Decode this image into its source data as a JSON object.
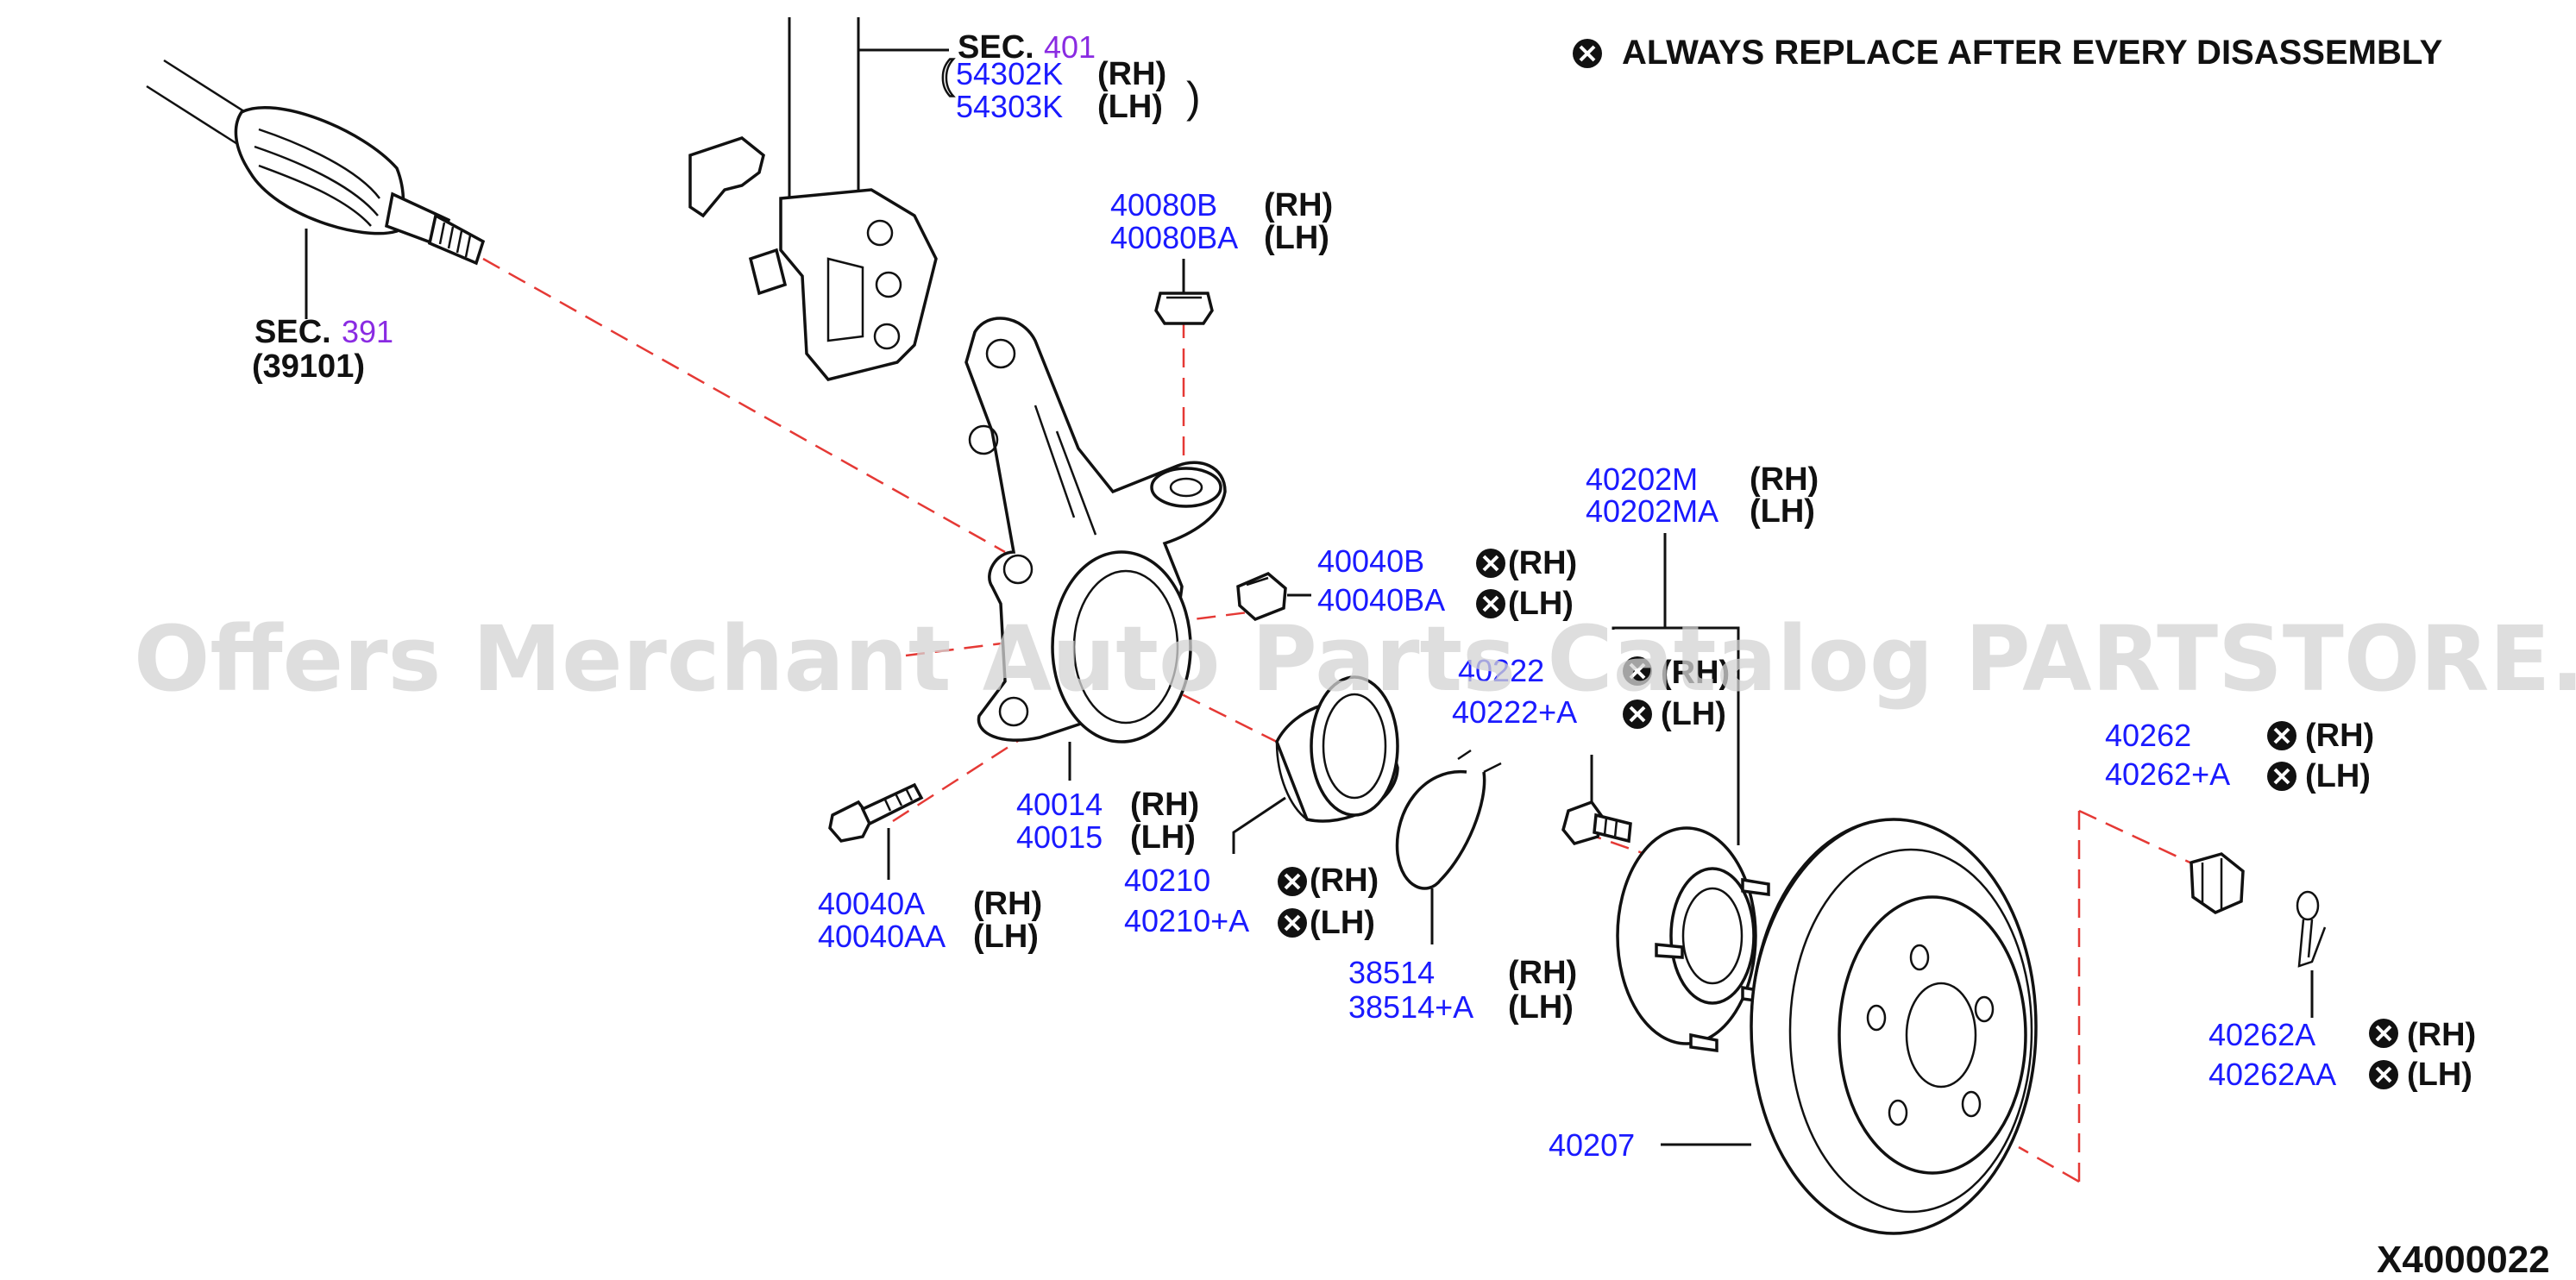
{
  "notice": {
    "text": "ALWAYS REPLACE AFTER EVERY DISASSEMBLY",
    "icon": "x-circle-icon"
  },
  "watermark": "Offers Merchant Auto Parts Catalog PARTSTORE.SA",
  "diagram_code": "X4000022",
  "sections": {
    "strut": {
      "prefix": "SEC.",
      "num": "401"
    },
    "driveshaft": {
      "prefix": "SEC.",
      "num": "391",
      "part": "(39101)"
    }
  },
  "labels": {
    "p54302k": "54302K",
    "p54303k": "54303K",
    "p40080b": "40080B",
    "p40080ba": "40080BA",
    "p40202m": "40202M",
    "p40202ma": "40202MA",
    "p40040b": "40040B",
    "p40040ba": "40040BA",
    "p40222": "40222",
    "p40222a": "40222+A",
    "p40262": "40262",
    "p40262a": "40262+A",
    "p40014": "40014",
    "p40015": "40015",
    "p40210": "40210",
    "p40210a": "40210+A",
    "p40040a": "40040A",
    "p40040aa": "40040AA",
    "p38514": "38514",
    "p38514a": "38514+A",
    "p40262A": "40262A",
    "p40262AA": "40262AA",
    "p40207": "40207"
  },
  "side": {
    "rh": "(RH)",
    "lh": "(LH)"
  },
  "colors": {
    "part_number": "#1a1aff",
    "section_number": "#8a2be2",
    "dashed_line": "#e53935",
    "outline": "#111111"
  }
}
